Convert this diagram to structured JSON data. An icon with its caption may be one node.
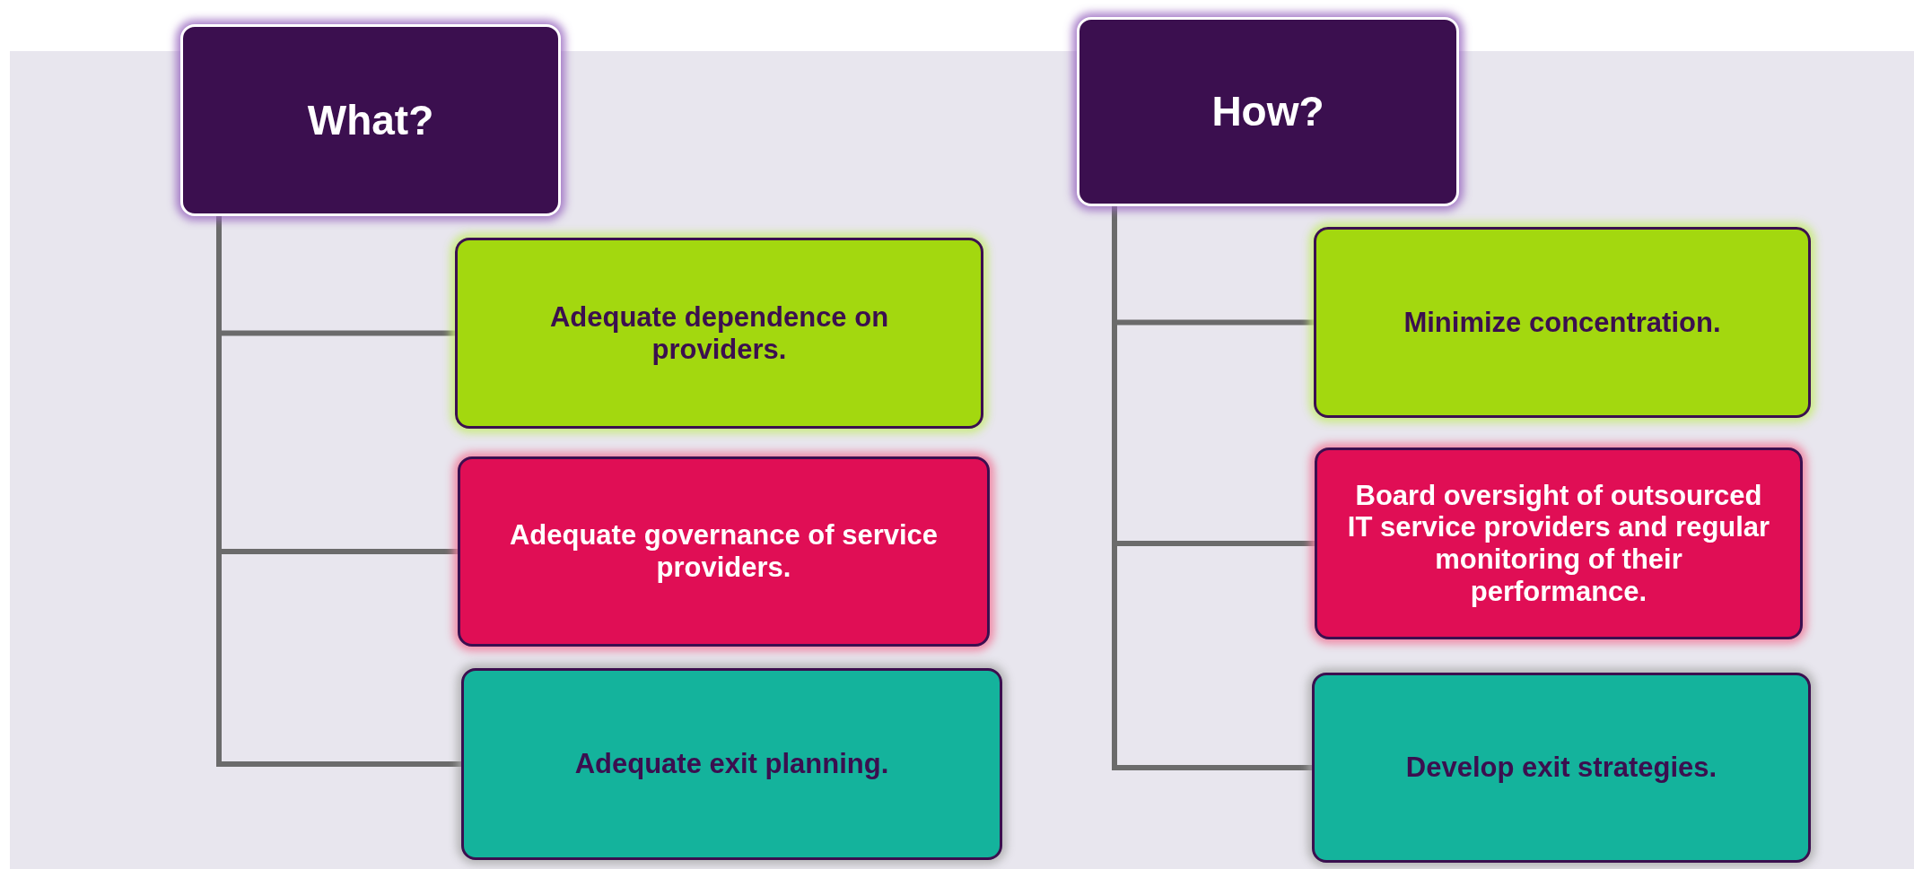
{
  "diagram": {
    "nodes": [
      {
        "text": [
          "What?"
        ]
      },
      {
        "text": [
          "Adequate dependence on providers."
        ]
      },
      {
        "text": [
          "Adequate governance of service providers."
        ]
      },
      {
        "text": [
          "Adequate exit planning."
        ]
      },
      {
        "text": [
          "How?"
        ]
      },
      {
        "text": [
          "Minimize concentration."
        ]
      },
      {
        "text": [
          "Board oversight of outsourced IT service providers and regular monitoring of their performance."
        ]
      },
      {
        "text": [
          "Develop exit strategies."
        ]
      }
    ],
    "edges": [
      {
        "from": 0,
        "to": 1,
        "arrow": "none"
      },
      {
        "from": 0,
        "to": 2,
        "arrow": "none"
      },
      {
        "from": 0,
        "to": 3,
        "arrow": "none"
      },
      {
        "from": 4,
        "to": 5,
        "arrow": "none"
      },
      {
        "from": 4,
        "to": 6,
        "arrow": "none"
      },
      {
        "from": 4,
        "to": 7,
        "arrow": "none"
      }
    ]
  }
}
